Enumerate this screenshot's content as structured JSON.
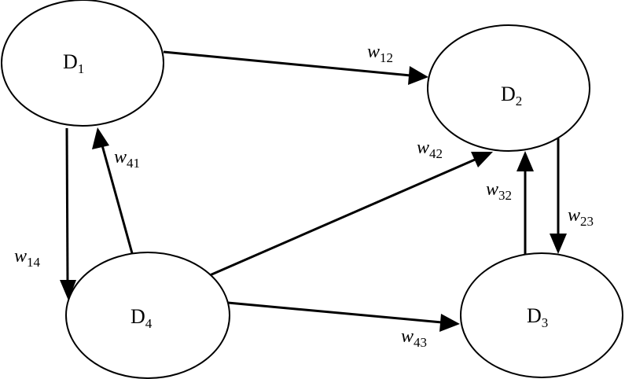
{
  "nodes": [
    {
      "id": "D1",
      "base": "D",
      "sub": "1"
    },
    {
      "id": "D2",
      "base": "D",
      "sub": "2"
    },
    {
      "id": "D3",
      "base": "D",
      "sub": "3"
    },
    {
      "id": "D4",
      "base": "D",
      "sub": "4"
    }
  ],
  "edges": [
    {
      "from": "D1",
      "to": "D2",
      "base": "w",
      "sub": "12"
    },
    {
      "from": "D1",
      "to": "D4",
      "base": "w",
      "sub": "14"
    },
    {
      "from": "D4",
      "to": "D1",
      "base": "w",
      "sub": "41"
    },
    {
      "from": "D4",
      "to": "D2",
      "base": "w",
      "sub": "42"
    },
    {
      "from": "D2",
      "to": "D3",
      "base": "w",
      "sub": "23"
    },
    {
      "from": "D3",
      "to": "D2",
      "base": "w",
      "sub": "32"
    },
    {
      "from": "D4",
      "to": "D3",
      "base": "w",
      "sub": "43"
    }
  ]
}
